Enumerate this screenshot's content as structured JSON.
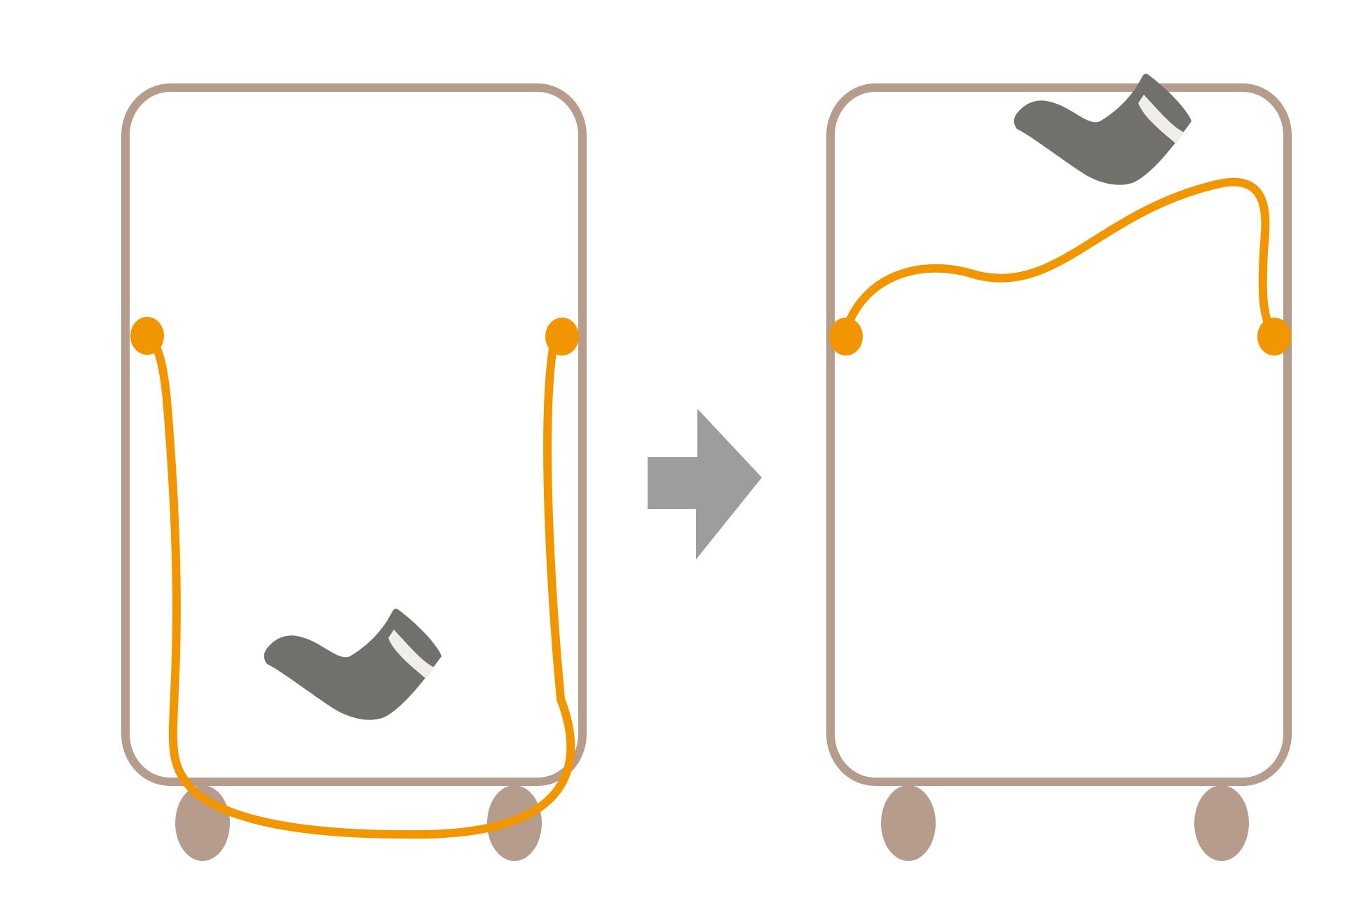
{
  "diagram": {
    "panels": [
      {
        "id": "before",
        "state": "string hangs low, sock resting at the bottom of the frame"
      },
      {
        "id": "after",
        "state": "string lifted, sock raised to the top of the frame"
      }
    ],
    "transition_icon": "right-arrow-icon",
    "colors": {
      "frame": "#b59c8c",
      "wheel": "#b59c8c",
      "string": "#f29600",
      "string_anchor": "#f29600",
      "sock": "#72706c",
      "sock_band": "#f1eee9",
      "arrow": "#9d9d9b",
      "background": "#ffffff"
    }
  }
}
